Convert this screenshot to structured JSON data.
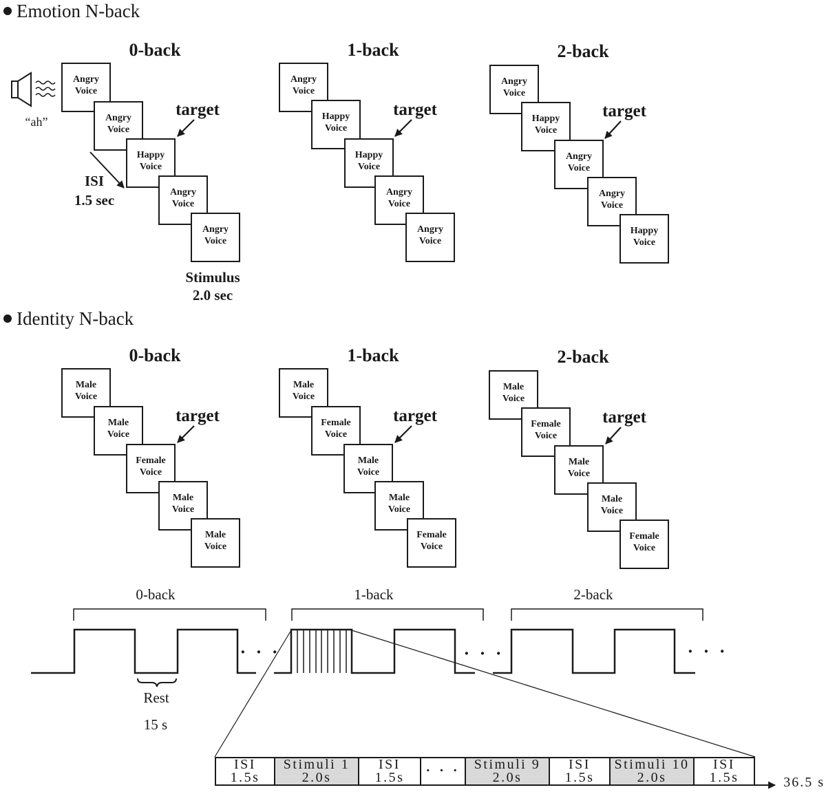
{
  "emotion": {
    "title": "Emotion N-back",
    "sound": "“ah”",
    "panels": [
      {
        "title": "0-back",
        "target": "target",
        "cards": [
          [
            "Angry",
            "Voice"
          ],
          [
            "Angry",
            "Voice"
          ],
          [
            "Happy",
            "Voice"
          ],
          [
            "Angry",
            "Voice"
          ],
          [
            "Angry",
            "Voice"
          ]
        ]
      },
      {
        "title": "1-back",
        "target": "target",
        "cards": [
          [
            "Angry",
            "Voice"
          ],
          [
            "Happy",
            "Voice"
          ],
          [
            "Happy",
            "Voice"
          ],
          [
            "Angry",
            "Voice"
          ],
          [
            "Angry",
            "Voice"
          ]
        ]
      },
      {
        "title": "2-back",
        "target": "target",
        "cards": [
          [
            "Angry",
            "Voice"
          ],
          [
            "Happy",
            "Voice"
          ],
          [
            "Angry",
            "Voice"
          ],
          [
            "Angry",
            "Voice"
          ],
          [
            "Happy",
            "Voice"
          ]
        ]
      }
    ],
    "isi": {
      "label": "ISI",
      "duration": "1.5 sec"
    },
    "stimulus": {
      "label": "Stimulus",
      "duration": "2.0 sec"
    }
  },
  "identity": {
    "title": "Identity N-back",
    "panels": [
      {
        "title": "0-back",
        "target": "target",
        "cards": [
          [
            "Male",
            "Voice"
          ],
          [
            "Male",
            "Voice"
          ],
          [
            "Female",
            "Voice"
          ],
          [
            "Male",
            "Voice"
          ],
          [
            "Male",
            "Voice"
          ]
        ]
      },
      {
        "title": "1-back",
        "target": "target",
        "cards": [
          [
            "Male",
            "Voice"
          ],
          [
            "Female",
            "Voice"
          ],
          [
            "Male",
            "Voice"
          ],
          [
            "Male",
            "Voice"
          ],
          [
            "Female",
            "Voice"
          ]
        ]
      },
      {
        "title": "2-back",
        "target": "target",
        "cards": [
          [
            "Male",
            "Voice"
          ],
          [
            "Female",
            "Voice"
          ],
          [
            "Male",
            "Voice"
          ],
          [
            "Male",
            "Voice"
          ],
          [
            "Female",
            "Voice"
          ]
        ]
      }
    ]
  },
  "timeline": {
    "blocks": [
      "0-back",
      "1-back",
      "2-back"
    ],
    "ellipsis": "· · ·",
    "rest": {
      "label": "Rest",
      "duration": "15 s"
    },
    "sequence": [
      {
        "lines": [
          "ISI",
          "1.5s"
        ],
        "fill": "#ffffff"
      },
      {
        "lines": [
          "Stimuli 1",
          "2.0s"
        ],
        "fill": "#d9d9d9"
      },
      {
        "lines": [
          "ISI",
          "1.5s"
        ],
        "fill": "#ffffff"
      },
      {
        "lines": [
          "· · ·"
        ],
        "fill": "#ffffff"
      },
      {
        "lines": [
          "Stimuli 9",
          "2.0s"
        ],
        "fill": "#d9d9d9"
      },
      {
        "lines": [
          "ISI",
          "1.5s"
        ],
        "fill": "#ffffff"
      },
      {
        "lines": [
          "Stimuli 10",
          "2.0s"
        ],
        "fill": "#d9d9d9"
      },
      {
        "lines": [
          "ISI",
          "1.5s"
        ],
        "fill": "#ffffff"
      }
    ],
    "total": "36.5 s"
  },
  "icons": {
    "bullet": "bullet-icon",
    "speaker": "speaker-icon",
    "sound_wave": "sound-wave-icon",
    "arrow": "arrow-icon"
  },
  "colors": {
    "ink": "#1a1a1a",
    "stimulus_fill": "#d9d9d9",
    "background": "#ffffff"
  }
}
